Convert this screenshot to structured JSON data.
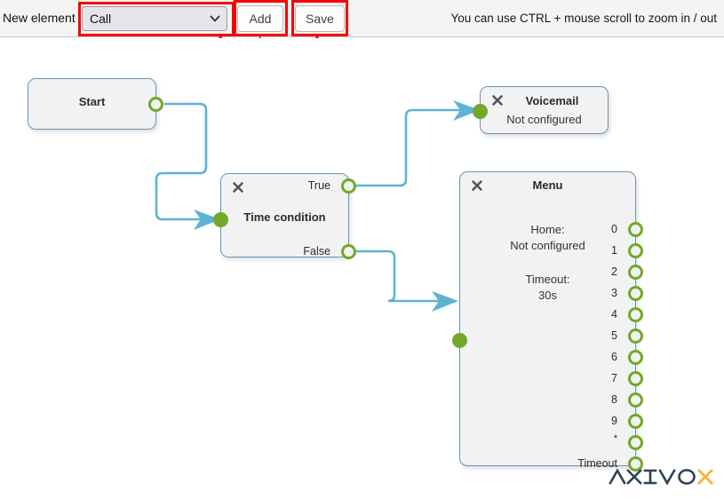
{
  "toolbar": {
    "new_element_label": "New element",
    "selected_element": "Call",
    "element_options": [
      "Call"
    ],
    "add_label": "Add",
    "save_label": "Save",
    "hint": "You can use CTRL + mouse scroll to zoom in / out",
    "select_chevron_icon": "chevron-down-icon"
  },
  "annotations": {
    "color": "#fb0000",
    "highlight_count": 3,
    "arrow_count": 3
  },
  "colors": {
    "wire": "#5eb3d2",
    "port_ring": "#72a82c",
    "port_fill": "#72a82c",
    "node_border": "#6b93b4",
    "node_fill": "#f2f2f2",
    "toolbar_bg": "#f4f4f4",
    "annotation_red": "#fb0000",
    "logo_dark": "#2e4057",
    "logo_accent": "#f5b335"
  },
  "nodes": {
    "start": {
      "title": "Start",
      "close_icon": null,
      "outputs": [
        {
          "label": ""
        }
      ]
    },
    "time_condition": {
      "title": "Time condition",
      "close_icon": "close-icon",
      "inputs": [
        {
          "label": ""
        }
      ],
      "outputs": [
        {
          "label": "True"
        },
        {
          "label": "False"
        }
      ]
    },
    "voicemail": {
      "title": "Voicemail",
      "status": "Not configured",
      "close_icon": "close-icon",
      "inputs": [
        {
          "label": ""
        }
      ]
    },
    "menu": {
      "title": "Menu",
      "close_icon": "close-icon",
      "home_label": "Home:",
      "home_value": "Not configured",
      "timeout_label": "Timeout:",
      "timeout_value": "30s",
      "inputs": [
        {
          "label": ""
        }
      ],
      "outputs": [
        {
          "label": "0"
        },
        {
          "label": "1"
        },
        {
          "label": "2"
        },
        {
          "label": "3"
        },
        {
          "label": "4"
        },
        {
          "label": "5"
        },
        {
          "label": "6"
        },
        {
          "label": "7"
        },
        {
          "label": "8"
        },
        {
          "label": "9"
        },
        {
          "label": "*"
        },
        {
          "label": "Timeout"
        }
      ]
    }
  },
  "logo": {
    "text_dark": "AXIVO",
    "text_accent": "X",
    "name": "AXIVOX"
  }
}
